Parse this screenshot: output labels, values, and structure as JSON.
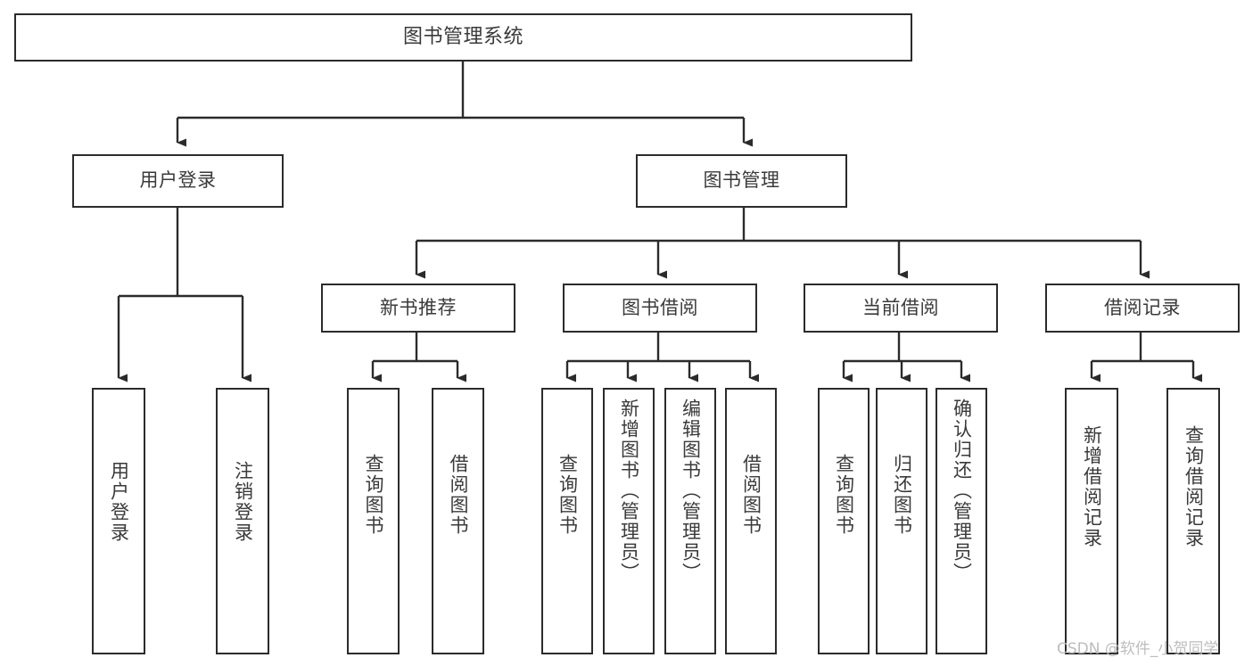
{
  "diagram": {
    "title": "图书管理系统",
    "type": "functional-structure-tree",
    "watermark": "CSDN @软件_小贺同学",
    "colors": {
      "background": "#ffffff",
      "box_border": "#2b2b2b",
      "box_fill": "#ffffff",
      "text": "#3a3a3a",
      "connector": "#2b2b2b",
      "watermark": "#bdbdbd"
    },
    "levels": {
      "level1": [
        {
          "id": "root",
          "label": "图书管理系统",
          "orientation": "horizontal"
        }
      ],
      "level2": [
        {
          "id": "user-login",
          "label": "用户登录",
          "orientation": "horizontal"
        },
        {
          "id": "book-management",
          "label": "图书管理",
          "orientation": "horizontal"
        }
      ],
      "level3": [
        {
          "id": "new-book-recommend",
          "label": "新书推荐",
          "orientation": "horizontal"
        },
        {
          "id": "book-borrow",
          "label": "图书借阅",
          "orientation": "horizontal"
        },
        {
          "id": "current-borrow",
          "label": "当前借阅",
          "orientation": "horizontal"
        },
        {
          "id": "borrow-record",
          "label": "借阅记录",
          "orientation": "horizontal"
        }
      ],
      "level4": [
        {
          "id": "leaf-user-login",
          "label": "用户登录",
          "parent": "user-login",
          "orientation": "vertical"
        },
        {
          "id": "leaf-logout-login",
          "label": "注销登录",
          "parent": "user-login",
          "orientation": "vertical"
        },
        {
          "id": "leaf-query-book-1",
          "label": "查询图书",
          "parent": "new-book-recommend",
          "orientation": "vertical"
        },
        {
          "id": "leaf-borrow-book-1",
          "label": "借阅图书",
          "parent": "new-book-recommend",
          "orientation": "vertical"
        },
        {
          "id": "leaf-query-book-2",
          "label": "查询图书",
          "parent": "book-borrow",
          "orientation": "vertical"
        },
        {
          "id": "leaf-add-book",
          "label": "新增图书（管理员）",
          "parent": "book-borrow",
          "orientation": "vertical"
        },
        {
          "id": "leaf-edit-book",
          "label": "编辑图书（管理员）",
          "parent": "book-borrow",
          "orientation": "vertical"
        },
        {
          "id": "leaf-borrow-book-2",
          "label": "借阅图书",
          "parent": "book-borrow",
          "orientation": "vertical"
        },
        {
          "id": "leaf-query-book-3",
          "label": "查询图书",
          "parent": "current-borrow",
          "orientation": "vertical"
        },
        {
          "id": "leaf-return-book",
          "label": "归还图书",
          "parent": "current-borrow",
          "orientation": "vertical"
        },
        {
          "id": "leaf-confirm-return",
          "label": "确认归还（管理员）",
          "parent": "current-borrow",
          "orientation": "vertical"
        },
        {
          "id": "leaf-add-record",
          "label": "新增借阅记录",
          "parent": "borrow-record",
          "orientation": "vertical"
        },
        {
          "id": "leaf-query-record",
          "label": "查询借阅记录",
          "parent": "borrow-record",
          "orientation": "vertical"
        }
      ]
    }
  }
}
